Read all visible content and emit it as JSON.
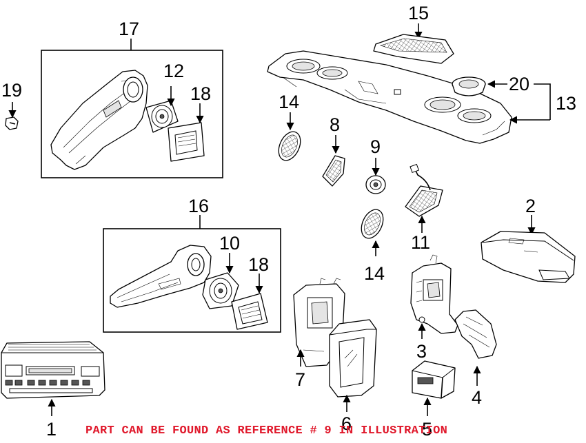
{
  "callouts": {
    "c1": "1",
    "c2": "2",
    "c3": "3",
    "c4": "4",
    "c5": "5",
    "c6": "6",
    "c7": "7",
    "c8": "8",
    "c9": "9",
    "c10": "10",
    "c11": "11",
    "c12": "12",
    "c13": "13",
    "c14a": "14",
    "c14b": "14",
    "c15": "15",
    "c16": "16",
    "c17": "17",
    "c18a": "18",
    "c18b": "18",
    "c19": "19",
    "c20": "20"
  },
  "notice": "PART CAN BE FOUND AS REFERENCE # 9 IN ILLUSTRATION",
  "colors": {
    "notice": "#e0182b",
    "lines": "#000000",
    "background": "#ffffff"
  }
}
